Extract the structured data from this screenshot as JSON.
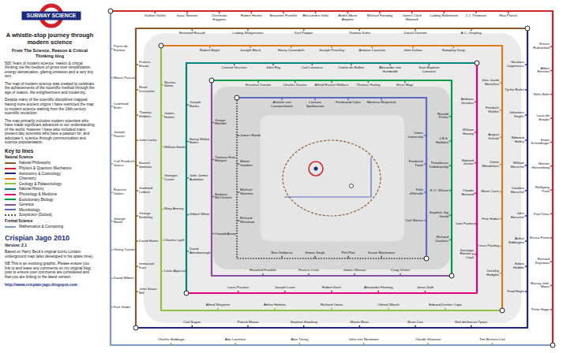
{
  "diagram": {
    "nodes": [
      {
        "text": [
          "SUBWAY SCIENCE"
        ]
      }
    ],
    "labels": [
      "A whistle-stop journey through modern science",
      "From The Science, Reason & Critical Thinking blog",
      "500 Years of modern science, reason & critical thinking via the medium of gross over simplification, energy demarcation, glaring omission and a very tiny text.",
      "The map of modern science was created to celebrate the achievements of the scientific method through the age of reason, the enlightenment and modernity.",
      "Despite many of the scientific disciplines mapped having more ancient origins I have restricted the map to modern science starting from the 16th century scientific revolution.",
      "The map primarily includes modern scientists who have made significant advances to our understanding of the world, however I have also included many present day scientists who have a passion for, and advocate it, science through communication and science popularisation.",
      "Key to lines",
      "Natural Science",
      "Formal Science",
      "Crispian Jago 2010",
      "Version: 2.1",
      "Based on Harry Beck's original iconic London underground map (also developed in his spare time).",
      "NB This is an evolving graphic. Please ensure you link to and leave any comments on my original blog post to ensure your comments are considered and that you are linking to the latest version.",
      "http://www.crispian-jago.blogspot.com",
      "Galileo Galilei",
      "Isaac Newton",
      "Christiaan Huygens",
      "Robert Hooke",
      "Benjamin Franklin",
      "Alessandro Volta",
      "André-Marie Ampère",
      "Michael Faraday",
      "James Clerk Maxwell",
      "Ludwig Boltzmann",
      "J.J. Thomson",
      "Max Planck",
      "Ernest Rutherford",
      "Albert Einstein",
      "Niels Bohr",
      "Louis de Broglie",
      "Erwin Schrödinger",
      "Werner Heisenberg",
      "Wolfgang Pauli",
      "Paul Dirac",
      "Enrico Fermi",
      "Richard Feynman",
      "Murray Gell-Mann",
      "Peter Higgs",
      "Pierre de Fermat",
      "Blaise Pascal",
      "Leonhard Euler",
      "Joseph Fourier",
      "Carl Friedrich Gauss",
      "Évariste Galois",
      "George Boole",
      "Georg Cantor",
      "David Hilbert",
      "Kurt Gödel",
      "Charles Babbage",
      "Ada Lovelace",
      "Alan Turing",
      "John von Neumann",
      "Claude Shannon",
      "Tim Berners-Lee",
      "Francis Bacon",
      "René Descartes",
      "Thomas Hobbes",
      "John Locke",
      "Baruch Spinoza",
      "Gottfried Leibniz",
      "George Berkeley",
      "David Hume",
      "Immanuel Kant",
      "John Stuart Mill",
      "Bertrand Russell",
      "Ludwig Wittgenstein",
      "Karl Popper",
      "Thomas Kuhn",
      "Daniel Dennett",
      "A.C. Grayling",
      "Nicolaus Copernicus",
      "Tycho Brahe",
      "Johannes Kepler",
      "Edmond Halley",
      "William Herschel",
      "Caroline Herschel",
      "John Herschel",
      "Arthur Eddington",
      "Edwin Hubble",
      "Fred Hoyle",
      "Carl Sagan",
      "Patrick Moore",
      "Stephen Hawking",
      "Martin Rees",
      "Brian Cox",
      "Neil deGrasse Tyson",
      "Robert Boyle",
      "Joseph Black",
      "Henry Cavendish",
      "Joseph Priestley",
      "Antoine Lavoisier",
      "John Dalton",
      "Humphry Davy",
      "Jöns Jacob Berzelius",
      "Friedrich Wöhler",
      "August Kekulé",
      "Dmitri Mendeleev",
      "Marie Curie",
      "Fritz Haber",
      "Linus Pauling",
      "Dorothy Hodgkin",
      "Nicolas Steno",
      "James Hutton",
      "William Smith",
      "Georges Cuvier",
      "Mary Anning",
      "Charles Lyell",
      "Louis Agassiz",
      "Alfred Wegener",
      "Arthur Holmes",
      "Richard Owen",
      "Othniel Marsh",
      "Edward Drinker Cope",
      "Conrad Gessner",
      "John Ray",
      "Carl Linnaeus",
      "Comte de Buffon",
      "Alexander von Humboldt",
      "Jean-Baptiste Lamarck",
      "Joseph Banks",
      "Henry Walter Bates",
      "John James Audubon",
      "Gilbert White",
      "David Attenborough",
      "Andreas Vesalius",
      "William Harvey",
      "Edward Jenner",
      "Claude Bernard",
      "Ivan Pavlov",
      "Santiago Ramón y Cajal",
      "Louis Pasteur",
      "Joseph Lister",
      "Robert Koch",
      "Alexander Fleming",
      "Jonas Salk",
      "Erasmus Darwin",
      "Charles Darwin",
      "Alfred Russel Wallace",
      "Thomas Huxley",
      "Ernst Mayr",
      "Ronald Fisher",
      "J.B.S. Haldane",
      "Theodosius Dobzhansky",
      "E.O. Wilson",
      "Stephen Jay Gould",
      "Richard Dawkins",
      "Gregor Mendel",
      "Thomas Hunt Morgan",
      "Barbara McClintock",
      "Oswald Avery",
      "Rosalind Franklin",
      "Francis Crick",
      "James Watson",
      "Craig Venter",
      "Antonie van Leeuwenhoek",
      "Lazzaro Spallanzani",
      "Ferdinand Cohn",
      "Martinus Beijerinck",
      "Dmitri Ivanovsky",
      "Frederick Twort",
      "Félix d'Hérelle",
      "Carl Woese",
      "James Randi",
      "Martin Gardner",
      "Michael Shermer",
      "Richard Wiseman",
      "Ben Goldacre",
      "Simon Singh",
      "Phil Plait",
      "Susan Blackmore"
    ],
    "legend": [
      {
        "text": "Natural Philosophy",
        "color": "#8b5a2b"
      },
      {
        "text": "Physics & Quantum Mechanics",
        "color": "#d3202a"
      },
      {
        "text": "Astronomy & Cosmology",
        "color": "#1a2a80"
      },
      {
        "text": "Chemistry",
        "color": "#e07b1a"
      },
      {
        "text": "Geology & Palaeontology",
        "color": "#8cc63f"
      },
      {
        "text": "Natural History",
        "color": "#00827f"
      },
      {
        "text": "Physiology & Medicine",
        "color": "#e4007c"
      },
      {
        "text": "Evolutionary Biology",
        "color": "#009a44"
      },
      {
        "text": "Genetics",
        "color": "#8b4fa0"
      },
      {
        "text": "Microbiology",
        "color": "#5b6bc0"
      },
      {
        "text": "Scepticism (Dotted)",
        "color": "#555555"
      },
      {
        "text": "Mathematics & Computing",
        "color": "#7a9cc0"
      }
    ]
  }
}
